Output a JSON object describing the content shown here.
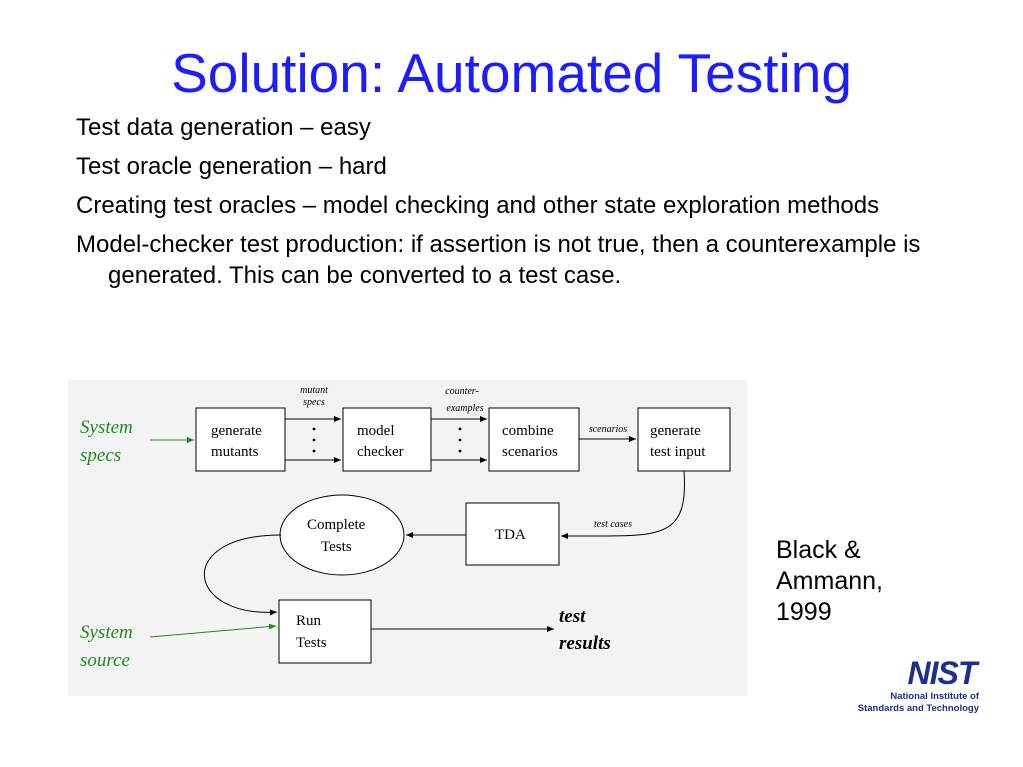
{
  "slide": {
    "title": "Solution: Automated Testing",
    "bullets": [
      "Test data generation – easy",
      "Test oracle generation – hard",
      "Creating test oracles – model checking and other state exploration methods",
      "Model-checker test production:  if assertion is not true, then a counterexample is generated.  This can be converted to a test case."
    ],
    "citation": [
      "Black &",
      "Ammann,",
      "1999"
    ]
  },
  "diagram": {
    "inputs": {
      "specs_1": "System",
      "specs_2": "specs",
      "source_1": "System",
      "source_2": "source"
    },
    "boxes": {
      "generate_mutants_1": "generate",
      "generate_mutants_2": "mutants",
      "model_checker_1": "model",
      "model_checker_2": "checker",
      "combine_scenarios_1": "combine",
      "combine_scenarios_2": "scenarios",
      "generate_test_input_1": "generate",
      "generate_test_input_2": "test input",
      "tda": "TDA",
      "complete_tests_1": "Complete",
      "complete_tests_2": "Tests",
      "run_tests_1": "Run",
      "run_tests_2": "Tests"
    },
    "edge_labels": {
      "mutant_specs_1": "mutant",
      "mutant_specs_2": "specs",
      "counter_examples_1": "counter-",
      "counter_examples_2": "examples",
      "scenarios": "scenarios",
      "test_cases": "test cases"
    },
    "output": {
      "line1": "test",
      "line2": "results"
    },
    "colors": {
      "input_text": "#1d8a1d",
      "arrow": "#000000",
      "title": "#1c1cff"
    }
  },
  "logo": {
    "mark": "NIST",
    "line1": "National Institute of",
    "line2": "Standards and Technology",
    "color": "#1e2f8c"
  }
}
